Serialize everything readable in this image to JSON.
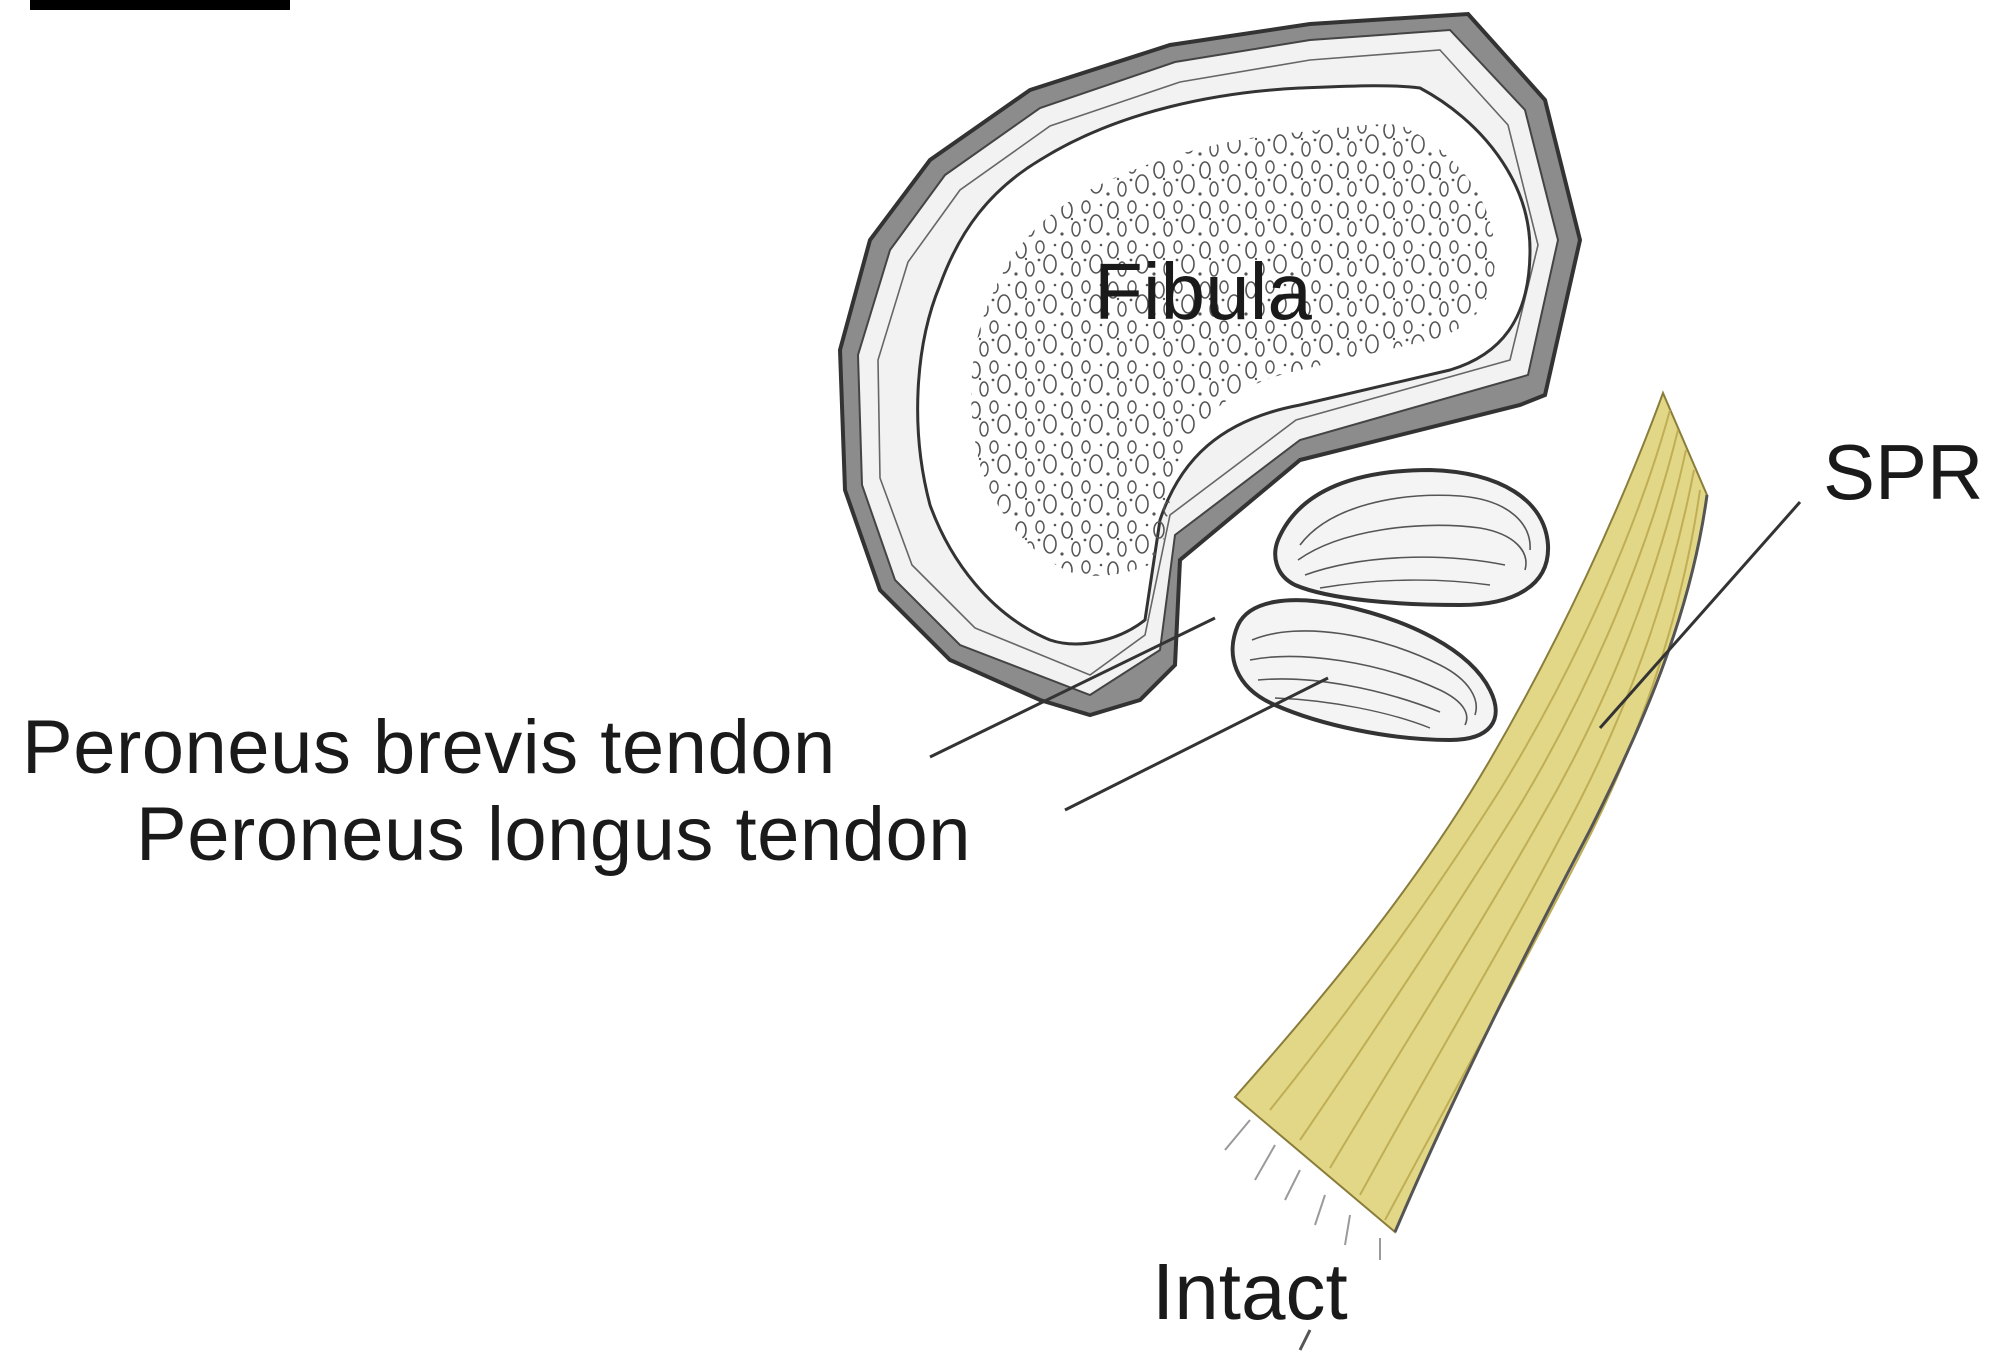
{
  "diagram": {
    "labels": {
      "fibula": "Fibula",
      "spr": "SPR",
      "peroneus_brevis": "Peroneus brevis tendon",
      "peroneus_longus": "Peroneus longus tendon",
      "status": "Intact"
    },
    "colors": {
      "background": "#ffffff",
      "bone_cortex": "#8c8c8c",
      "bone_outline": "#333333",
      "retinaculum_fill": "#e2d687",
      "retinaculum_fiber": "#bfae55",
      "leader_line": "#333333",
      "label_text": "#1a1a1a",
      "corner_bar": "#000000"
    }
  }
}
